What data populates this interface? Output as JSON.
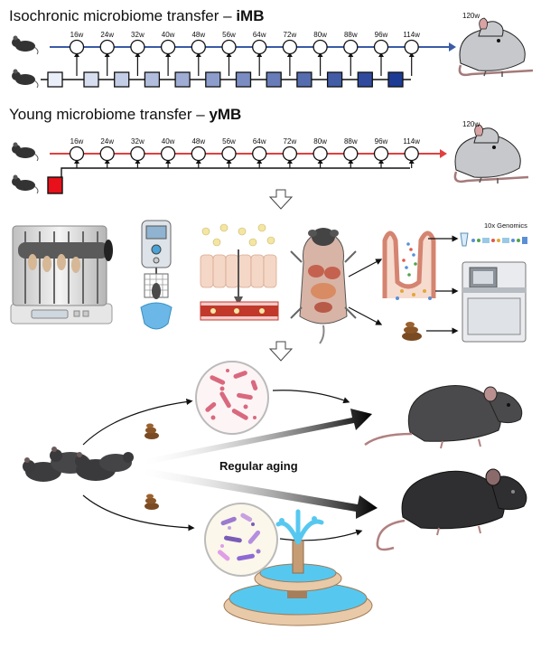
{
  "imb": {
    "title_prefix": "Isochronic microbiome transfer – ",
    "title_bold": "iMB"
  },
  "ymb": {
    "title_prefix": "Young microbiome transfer – ",
    "title_bold": "yMB"
  },
  "timepoints": [
    "16w",
    "24w",
    "32w",
    "40w",
    "48w",
    "56w",
    "64w",
    "72w",
    "80w",
    "88w",
    "96w",
    "114w"
  ],
  "endpoint": "120w",
  "genomics_label": "10x Genomics",
  "regular_aging_label": "Regular aging",
  "colors": {
    "imb_line": "#3b5ba5",
    "ymb_line": "#e04040",
    "donor_box": "#e8101a",
    "donor_gradient_start": "#e9eef8",
    "donor_gradient_end": "#1d3b94",
    "mouse_gray": "#c6c8cc",
    "mouse_dark": "#3c3c3e",
    "feces": "#7a4a22",
    "fountain_water": "#56c8f0"
  }
}
